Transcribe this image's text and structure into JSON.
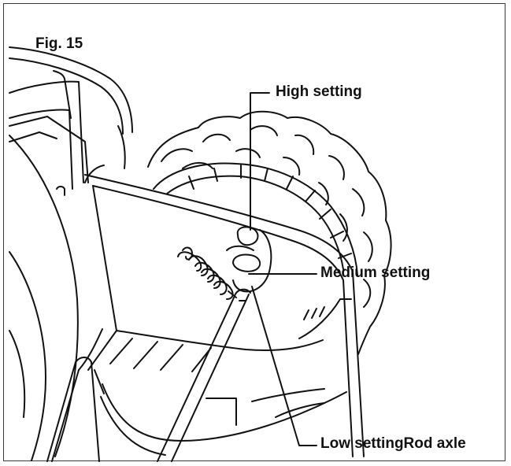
{
  "figure": {
    "title": "Fig. 15",
    "labels": {
      "high": "High setting",
      "medium": "Medium setting",
      "low": "Low settingRod axle"
    }
  },
  "colors": {
    "line": "#111111",
    "background": "#ffffff",
    "border": "#3a3a3a"
  }
}
